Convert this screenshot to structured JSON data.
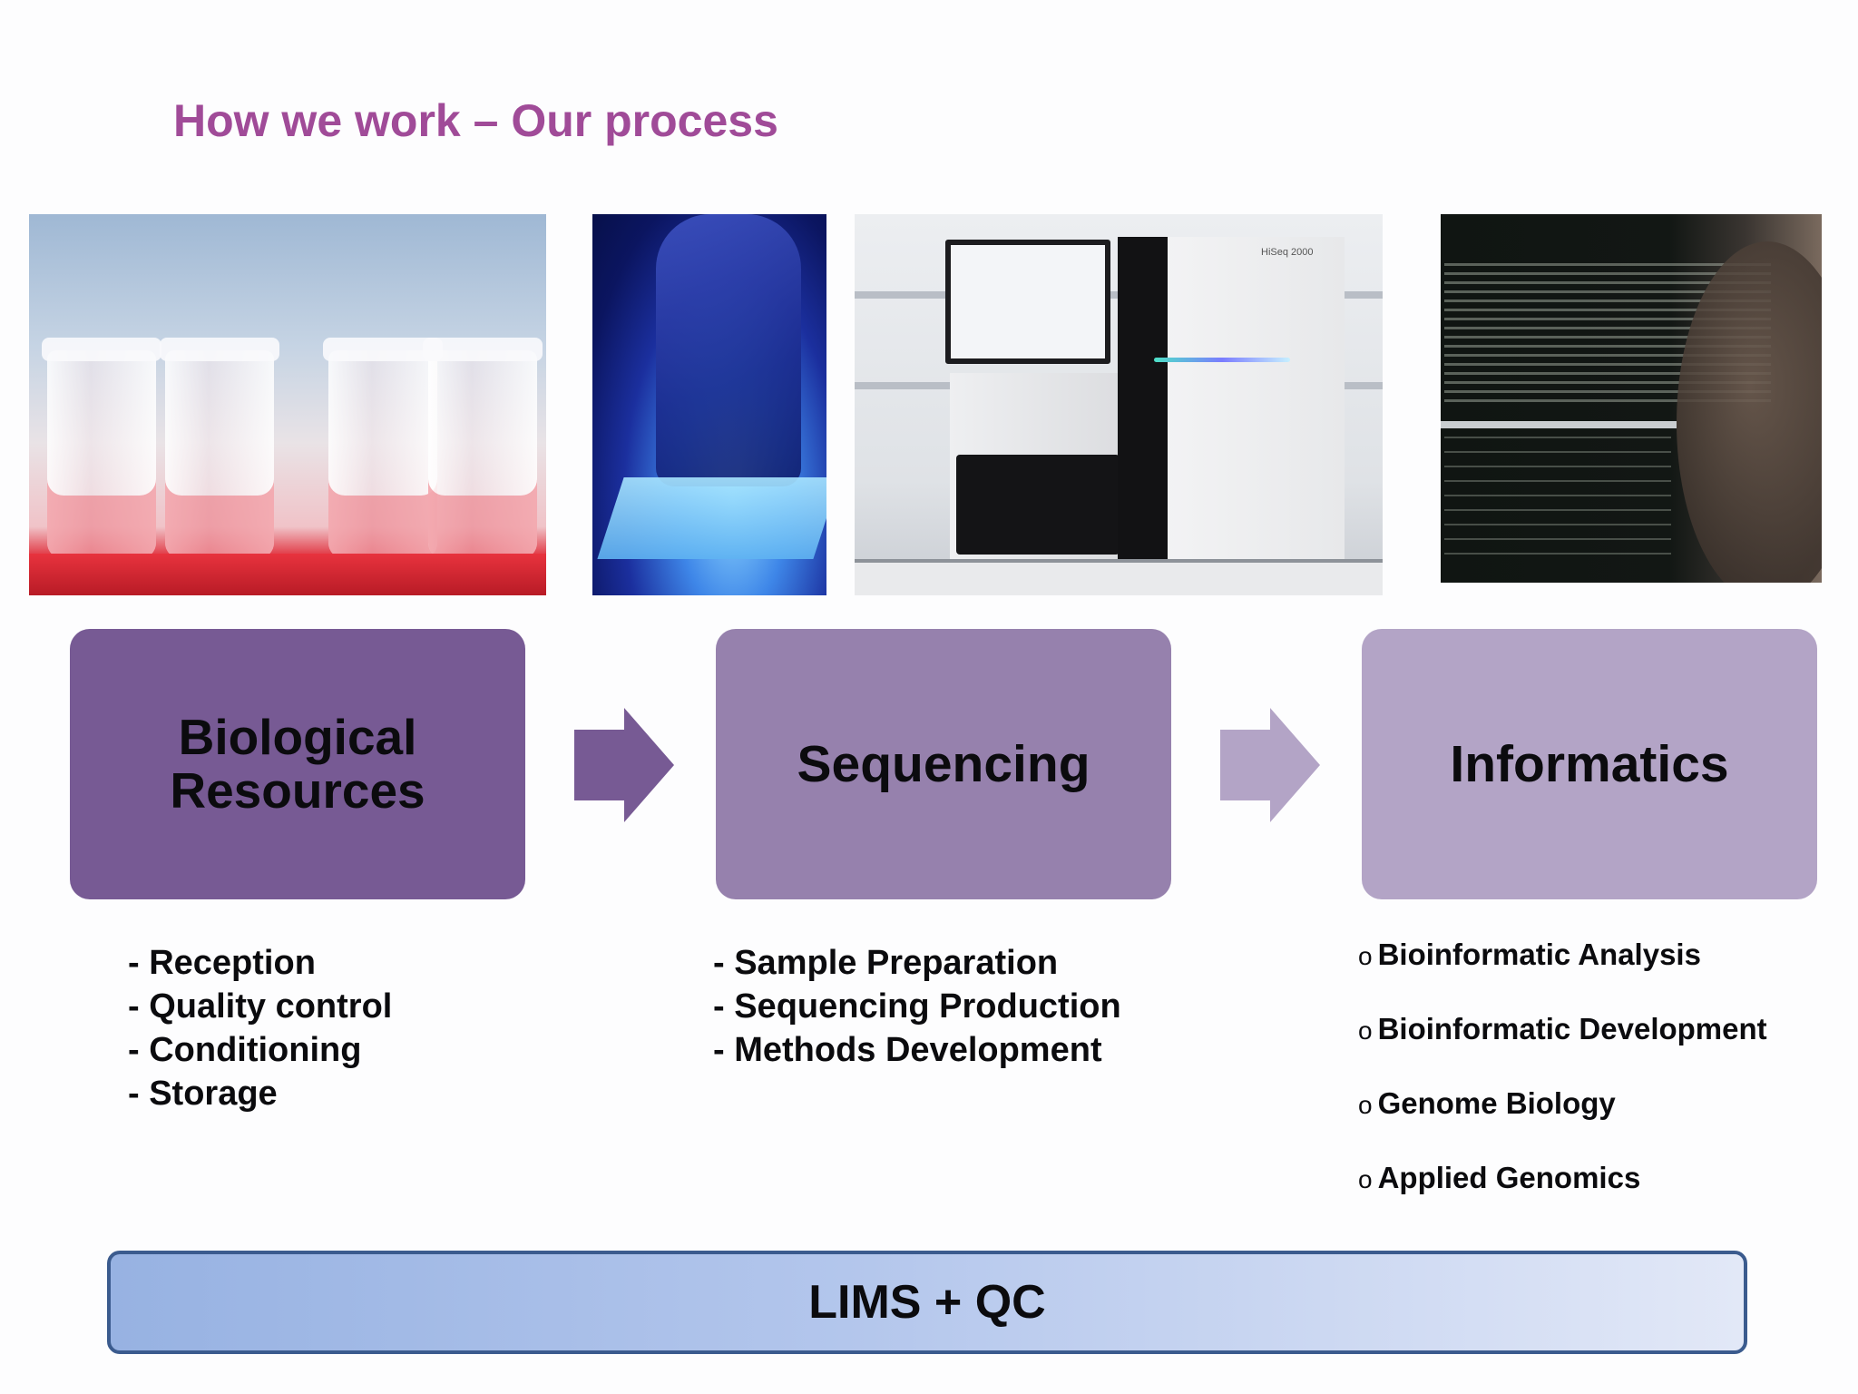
{
  "slide": {
    "title": "How we work – Our process"
  },
  "photos": {
    "machine_label": "HiSeq 2000"
  },
  "steps": [
    {
      "label": "Biological Resources",
      "items": [
        "- Reception",
        "- Quality control",
        "- Conditioning",
        "- Storage"
      ]
    },
    {
      "label": "Sequencing",
      "items": [
        "- Sample Preparation",
        "- Sequencing Production",
        "- Methods Development"
      ]
    },
    {
      "label": "Informatics",
      "bullet": "o",
      "items": [
        "Bioinformatic Analysis",
        "Bioinformatic Development",
        "Genome Biology",
        "Applied Genomics"
      ]
    }
  ],
  "colors": {
    "title": "#a04b98",
    "step_1": "#775a94",
    "step_2": "#9681ad",
    "step_3": "#b3a4c6",
    "arrow_1": "#775a94",
    "arrow_2": "#b3a4c6",
    "bar_border": "#3b5b8e"
  },
  "footer": {
    "label": "LIMS + QC"
  }
}
